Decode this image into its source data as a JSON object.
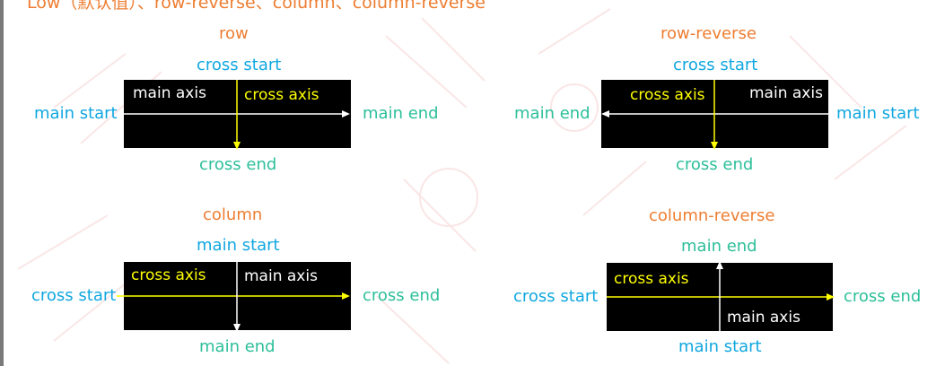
{
  "header": {
    "text": "Low（默认值）、row-reverse、column、column-reverse"
  },
  "panels": {
    "row": {
      "title": "row",
      "top": "cross start",
      "bottom": "cross end",
      "left": "main start",
      "right": "main end",
      "box_label_white": "main axis",
      "box_label_yellow": "cross axis"
    },
    "row_reverse": {
      "title": "row-reverse",
      "top": "cross start",
      "bottom": "cross end",
      "left": "main end",
      "right": "main start",
      "box_label_white": "main axis",
      "box_label_yellow": "cross axis"
    },
    "column": {
      "title": "column",
      "top": "main start",
      "bottom": "main end",
      "left": "cross start",
      "right": "cross end",
      "box_label_white": "main axis",
      "box_label_yellow": "cross axis"
    },
    "column_reverse": {
      "title": "column-reverse",
      "top": "main end",
      "bottom": "main start",
      "left": "cross start",
      "right": "cross end",
      "box_label_white": "main axis",
      "box_label_yellow": "cross axis"
    }
  },
  "colors": {
    "title": "#ed7d31",
    "start_label": "#10a7e0",
    "end_label": "#2dbf9a",
    "box": "#000000",
    "main_axis": "#ffffff",
    "cross_axis": "#ffff00"
  }
}
